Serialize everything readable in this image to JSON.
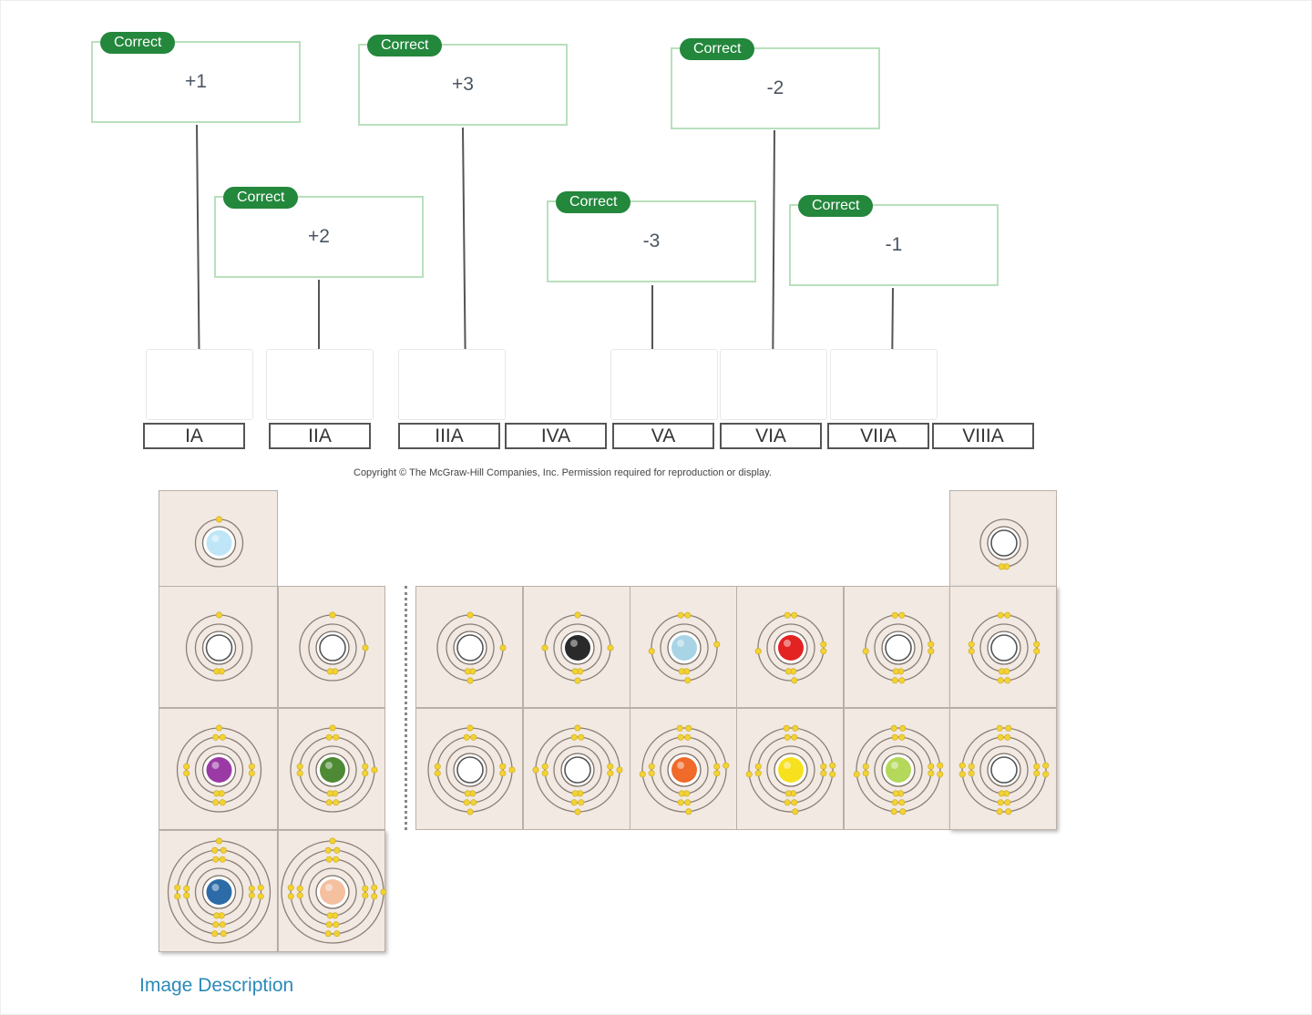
{
  "badge_label": "Correct",
  "answers": [
    {
      "id": "ia",
      "value": "+1"
    },
    {
      "id": "iia",
      "value": "+2"
    },
    {
      "id": "iiia",
      "value": "+3"
    },
    {
      "id": "va",
      "value": "-3"
    },
    {
      "id": "via",
      "value": "-2"
    },
    {
      "id": "viia",
      "value": "-1"
    }
  ],
  "group_labels": [
    "IA",
    "IIA",
    "IIIA",
    "IVA",
    "VA",
    "VIA",
    "VIIA",
    "VIIIA"
  ],
  "copyright": "Copyright © The McGraw-Hill Companies, Inc. Permission required for reproduction or display.",
  "elements": [
    {
      "id": "h",
      "nucleus": "#bfe6f7",
      "shells": [
        1
      ]
    },
    {
      "id": "he",
      "nucleus": "#ffffff",
      "shells": [
        2
      ]
    },
    {
      "id": "li",
      "nucleus": "#ffffff",
      "shells": [
        2,
        1
      ]
    },
    {
      "id": "be",
      "nucleus": "#ffffff",
      "shells": [
        2,
        2
      ]
    },
    {
      "id": "b",
      "nucleus": "#ffffff",
      "shells": [
        2,
        3
      ]
    },
    {
      "id": "c",
      "nucleus": "#2a2a2a",
      "shells": [
        2,
        4
      ]
    },
    {
      "id": "n",
      "nucleus": "#a8d4e6",
      "shells": [
        2,
        5
      ]
    },
    {
      "id": "o",
      "nucleus": "#e32222",
      "shells": [
        2,
        6
      ]
    },
    {
      "id": "f",
      "nucleus": "#ffffff",
      "shells": [
        2,
        7
      ]
    },
    {
      "id": "ne",
      "nucleus": "#ffffff",
      "shells": [
        2,
        8
      ]
    },
    {
      "id": "na",
      "nucleus": "#9b3aa5",
      "shells": [
        2,
        8,
        1
      ]
    },
    {
      "id": "mg",
      "nucleus": "#4e8a35",
      "shells": [
        2,
        8,
        2
      ]
    },
    {
      "id": "al",
      "nucleus": "#ffffff",
      "shells": [
        2,
        8,
        3
      ]
    },
    {
      "id": "si",
      "nucleus": "#ffffff",
      "shells": [
        2,
        8,
        4
      ]
    },
    {
      "id": "p",
      "nucleus": "#f06a2a",
      "shells": [
        2,
        8,
        5
      ]
    },
    {
      "id": "s",
      "nucleus": "#f7e11e",
      "shells": [
        2,
        8,
        6
      ]
    },
    {
      "id": "cl",
      "nucleus": "#b4d85a",
      "shells": [
        2,
        8,
        7
      ]
    },
    {
      "id": "ar",
      "nucleus": "#ffffff",
      "shells": [
        2,
        8,
        8
      ]
    },
    {
      "id": "k",
      "nucleus": "#2d6ba8",
      "shells": [
        2,
        8,
        8,
        1
      ]
    },
    {
      "id": "ca",
      "nucleus": "#f4c0a0",
      "shells": [
        2,
        8,
        8,
        2
      ]
    }
  ],
  "image_description_link": "Image Description"
}
